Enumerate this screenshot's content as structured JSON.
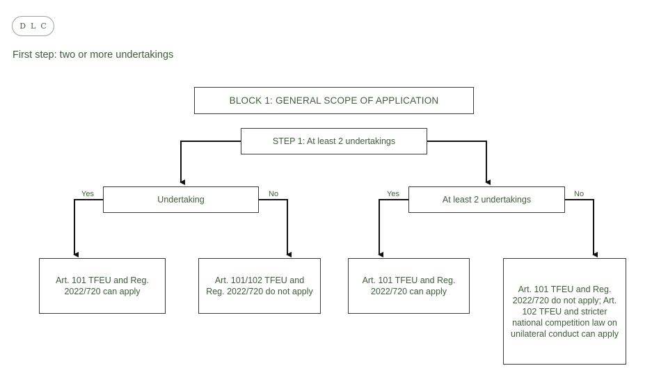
{
  "logo": {
    "text": "DLC"
  },
  "subtitle": "First step: two or more undertakings",
  "diagram": {
    "block_title": "BLOCK 1: GENERAL SCOPE OF APPLICATION",
    "step": "STEP 1: At least 2 undertakings",
    "left_question": "Undertaking",
    "right_question": "At least 2 undertakings",
    "labels": {
      "yes": "Yes",
      "no": "No"
    },
    "outcomes": {
      "left_yes": "Art. 101 TFEU and Reg. 2022/720 can apply",
      "left_no": "Art. 101/102 TFEU and Reg. 2022/720 do not apply",
      "right_yes": "Art. 101 TFEU and Reg. 2022/720 can apply",
      "right_no": "Art. 101 TFEU and Reg. 2022/720 do not apply; Art. 102 TFEU and stricter national competition law on unilateral conduct can apply"
    }
  }
}
